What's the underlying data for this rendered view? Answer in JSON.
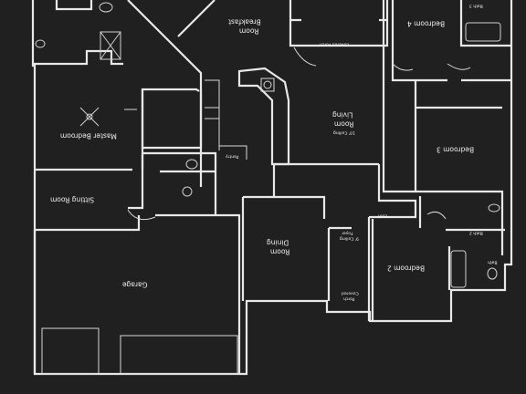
{
  "rooms": {
    "breakfast": "Breakfast",
    "breakfast_room": "Room",
    "bedroom4": "Bedroom 4",
    "bath_top": "Bath 3",
    "covered_porch_top": "Covered Porch",
    "living": "Living",
    "living_room": "Room",
    "ceiling": "10' Ceiling",
    "master_bedroom": "Master Bedroom",
    "pantry": "Pantry",
    "bedroom3": "Bedroom 3",
    "sitting_room": "Sitting Room",
    "com": "Com",
    "dining": "Dining",
    "dining_room": "Room",
    "foyer": "Foyer",
    "foyer_ceiling": "9' Ceiling",
    "bath2": "Bath 2",
    "bedroom2": "Bedroom 2",
    "bath_small": "Bath",
    "garage": "Garage",
    "covered_porch_bottom": "Covered",
    "covered_porch_bottom2": "Porch"
  }
}
